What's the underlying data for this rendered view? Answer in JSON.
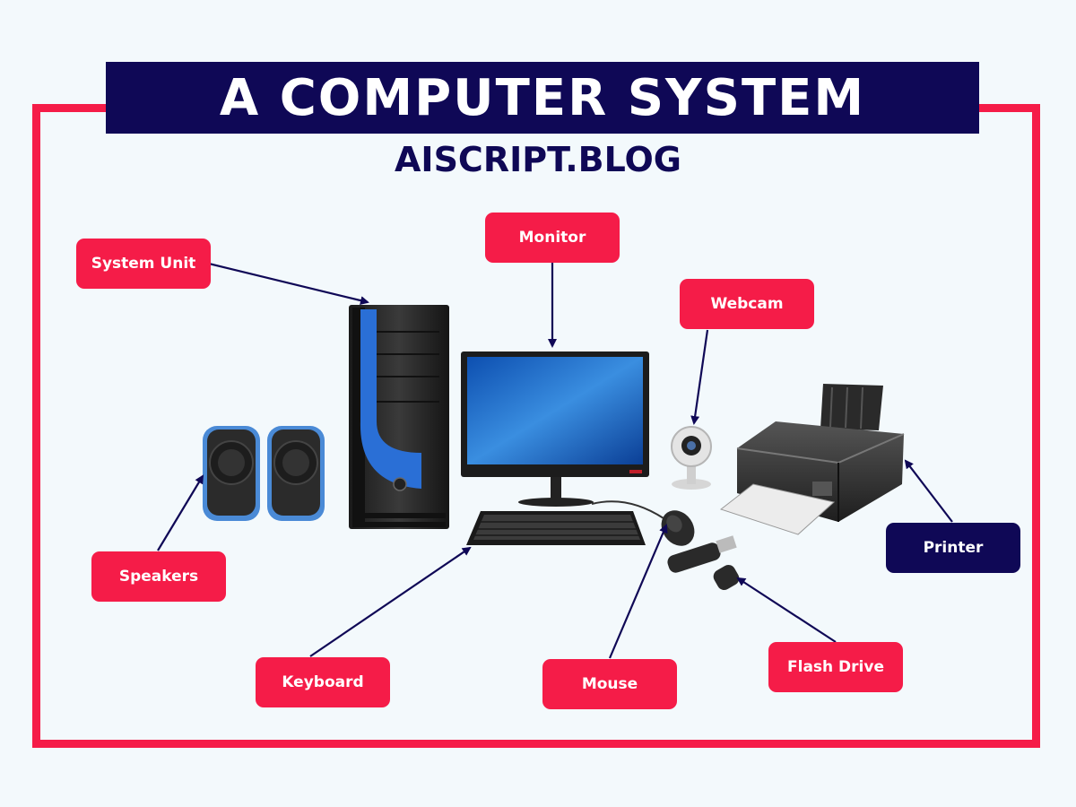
{
  "header": {
    "title": "A COMPUTER SYSTEM",
    "subtitle": "AISCRIPT.BLOG"
  },
  "labels": {
    "system_unit": "System Unit",
    "monitor": "Monitor",
    "webcam": "Webcam",
    "speakers": "Speakers",
    "printer": "Printer",
    "keyboard": "Keyboard",
    "mouse": "Mouse",
    "flash_drive": "Flash Drive"
  },
  "colors": {
    "accent_red": "#f51c48",
    "navy": "#0f0856",
    "background": "#f3f9fc",
    "monitor_blue": "#1f6fcf"
  }
}
